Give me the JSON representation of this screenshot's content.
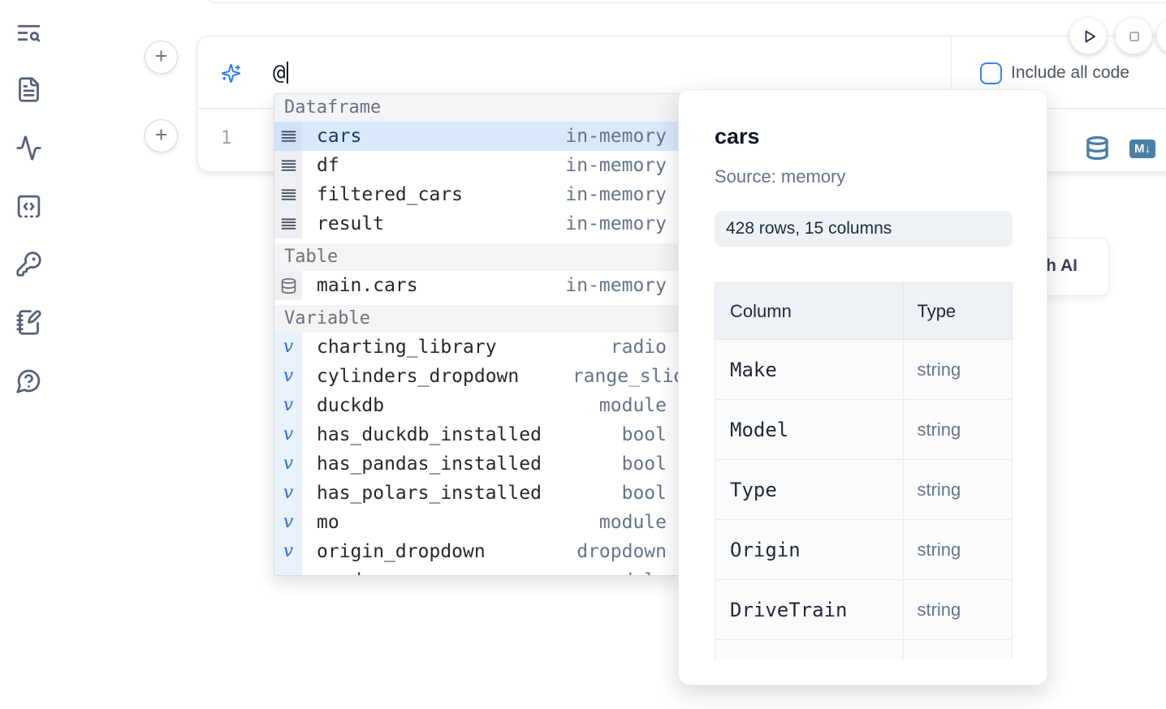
{
  "colors": {
    "accent_blue": "#3b82f6",
    "sparkle_blue": "#2f7ff6",
    "steel_icon_blue": "#4b7fa8",
    "selection_row": "#d8e9fb",
    "section_header_bg": "#f3f4f6",
    "panel_stats_bg": "#eef2f7",
    "sidebar_icon": "#55617a",
    "muted_text": "#64748b"
  },
  "sidebar": {
    "icons": [
      "text-search-icon",
      "file-text-icon",
      "activity-icon",
      "snippets-icon",
      "key-icon",
      "scratchpad-icon",
      "help-icon"
    ]
  },
  "run_controls": {
    "buttons": [
      "run-button",
      "stop-button"
    ]
  },
  "ai_prompt": {
    "icon": "sparkles-icon",
    "value": "@",
    "include_all_code_label": "Include all code",
    "include_all_code_checked": false
  },
  "code_cell": {
    "line_number": "1",
    "convert_buttons": [
      "database-icon",
      "markdown-icon"
    ],
    "markdown_badge": "M↓"
  },
  "generate_ai_button": {
    "label": "Generate with AI"
  },
  "autocomplete": {
    "sections": [
      {
        "label": "Dataframe",
        "items": [
          {
            "name": "cars",
            "detail": "in-memory",
            "kind": "frame",
            "selected": true
          },
          {
            "name": "df",
            "detail": "in-memory",
            "kind": "frame"
          },
          {
            "name": "filtered_cars",
            "detail": "in-memory",
            "kind": "frame"
          },
          {
            "name": "result",
            "detail": "in-memory",
            "kind": "frame"
          }
        ]
      },
      {
        "label": "Table",
        "items": [
          {
            "name": "main.cars",
            "detail": "in-memory",
            "kind": "table"
          }
        ]
      },
      {
        "label": "Variable",
        "items": [
          {
            "name": "charting_library",
            "detail": "radio",
            "kind": "var"
          },
          {
            "name": "cylinders_dropdown",
            "detail": "range_slider",
            "kind": "var",
            "clipped": true
          },
          {
            "name": "duckdb",
            "detail": "module",
            "kind": "var"
          },
          {
            "name": "has_duckdb_installed",
            "detail": "bool",
            "kind": "var"
          },
          {
            "name": "has_pandas_installed",
            "detail": "bool",
            "kind": "var"
          },
          {
            "name": "has_polars_installed",
            "detail": "bool",
            "kind": "var"
          },
          {
            "name": "mo",
            "detail": "module",
            "kind": "var"
          },
          {
            "name": "origin_dropdown",
            "detail": "dropdown",
            "kind": "var"
          },
          {
            "name": "pandas",
            "detail": "module",
            "kind": "var"
          }
        ]
      }
    ]
  },
  "detail_panel": {
    "title": "cars",
    "source": "Source: memory",
    "stats": "428 rows, 15 columns",
    "schema_table": {
      "headers": [
        "Column",
        "Type"
      ],
      "rows": [
        [
          "Make",
          "string"
        ],
        [
          "Model",
          "string"
        ],
        [
          "Type",
          "string"
        ],
        [
          "Origin",
          "string"
        ],
        [
          "DriveTrain",
          "string"
        ]
      ]
    }
  }
}
